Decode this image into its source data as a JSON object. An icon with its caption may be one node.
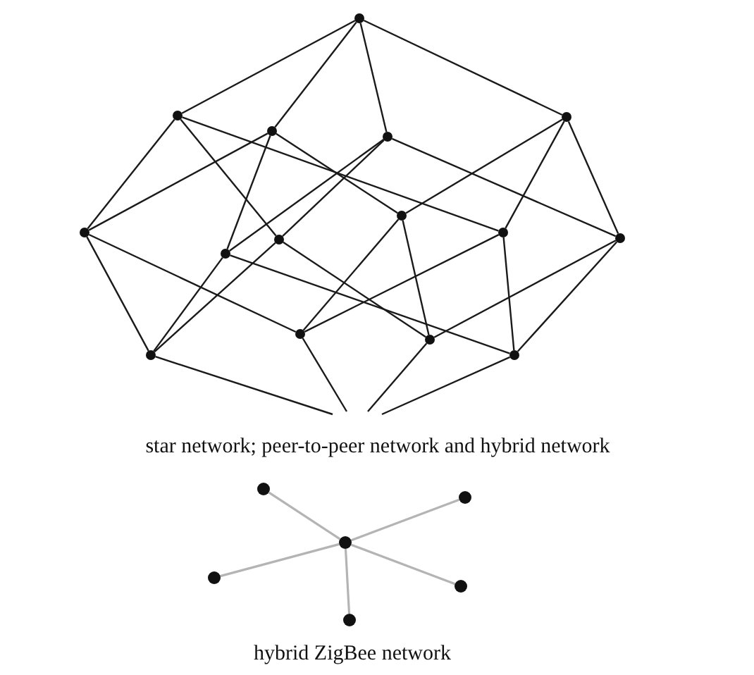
{
  "diagram": {
    "nodes": [
      {
        "text": [],
        "shape": "circle"
      },
      {
        "text": [],
        "shape": "circle"
      },
      {
        "text": [],
        "shape": "circle"
      },
      {
        "text": [],
        "shape": "circle"
      },
      {
        "text": [],
        "shape": "circle"
      },
      {
        "text": [],
        "shape": "circle"
      },
      {
        "text": [],
        "shape": "circle"
      },
      {
        "text": [],
        "shape": "circle"
      },
      {
        "text": [],
        "shape": "circle"
      },
      {
        "text": [],
        "shape": "circle"
      },
      {
        "text": [],
        "shape": "circle"
      },
      {
        "text": [],
        "shape": "circle"
      },
      {
        "text": [],
        "shape": "circle"
      },
      {
        "text": [],
        "shape": "circle"
      },
      {
        "text": [],
        "shape": "circle"
      },
      {
        "text": [],
        "shape": "circle"
      },
      {
        "text": [],
        "shape": "circle"
      },
      {
        "text": [],
        "shape": "circle"
      },
      {
        "text": [],
        "shape": "circle"
      },
      {
        "text": [],
        "shape": "circle"
      },
      {
        "text": [],
        "shape": "circle"
      }
    ],
    "edges": [
      {
        "from": 0,
        "to": 1,
        "arrow": "none"
      },
      {
        "from": 0,
        "to": 2,
        "arrow": "none"
      },
      {
        "from": 0,
        "to": 3,
        "arrow": "none"
      },
      {
        "from": 0,
        "to": 4,
        "arrow": "none"
      },
      {
        "from": 1,
        "to": 5,
        "arrow": "none"
      },
      {
        "from": 1,
        "to": 7,
        "arrow": "none"
      },
      {
        "from": 1,
        "to": 9,
        "arrow": "none"
      },
      {
        "from": 2,
        "to": 5,
        "arrow": "none"
      },
      {
        "from": 2,
        "to": 6,
        "arrow": "none"
      },
      {
        "from": 2,
        "to": 8,
        "arrow": "none"
      },
      {
        "from": 3,
        "to": 6,
        "arrow": "none"
      },
      {
        "from": 3,
        "to": 7,
        "arrow": "none"
      },
      {
        "from": 3,
        "to": 10,
        "arrow": "none"
      },
      {
        "from": 4,
        "to": 8,
        "arrow": "none"
      },
      {
        "from": 4,
        "to": 9,
        "arrow": "none"
      },
      {
        "from": 4,
        "to": 10,
        "arrow": "none"
      },
      {
        "from": 5,
        "to": 11,
        "arrow": "none"
      },
      {
        "from": 5,
        "to": 12,
        "arrow": "none"
      },
      {
        "from": 6,
        "to": 11,
        "arrow": "none"
      },
      {
        "from": 6,
        "to": 14,
        "arrow": "none"
      },
      {
        "from": 7,
        "to": 11,
        "arrow": "none"
      },
      {
        "from": 7,
        "to": 13,
        "arrow": "none"
      },
      {
        "from": 8,
        "to": 12,
        "arrow": "none"
      },
      {
        "from": 8,
        "to": 13,
        "arrow": "none"
      },
      {
        "from": 9,
        "to": 12,
        "arrow": "none"
      },
      {
        "from": 9,
        "to": 14,
        "arrow": "none"
      },
      {
        "from": 10,
        "to": 13,
        "arrow": "none"
      },
      {
        "from": 10,
        "to": 14,
        "arrow": "none"
      },
      {
        "from": 11,
        "to": null,
        "arrow": "none"
      },
      {
        "from": 12,
        "to": null,
        "arrow": "none"
      },
      {
        "from": 13,
        "to": null,
        "arrow": "none"
      },
      {
        "from": 14,
        "to": null,
        "arrow": "none"
      },
      {
        "from": 17,
        "to": 15,
        "arrow": "none",
        "color": "#b4b4b4"
      },
      {
        "from": 17,
        "to": 16,
        "arrow": "none",
        "color": "#b4b4b4"
      },
      {
        "from": 17,
        "to": 18,
        "arrow": "none",
        "color": "#b4b4b4"
      },
      {
        "from": 17,
        "to": 19,
        "arrow": "none",
        "color": "#b4b4b4"
      },
      {
        "from": 17,
        "to": 20,
        "arrow": "none",
        "color": "#b4b4b4"
      }
    ],
    "labels": [
      "star network; peer-to-peer network and hybrid network",
      "hybrid ZigBee network"
    ]
  }
}
